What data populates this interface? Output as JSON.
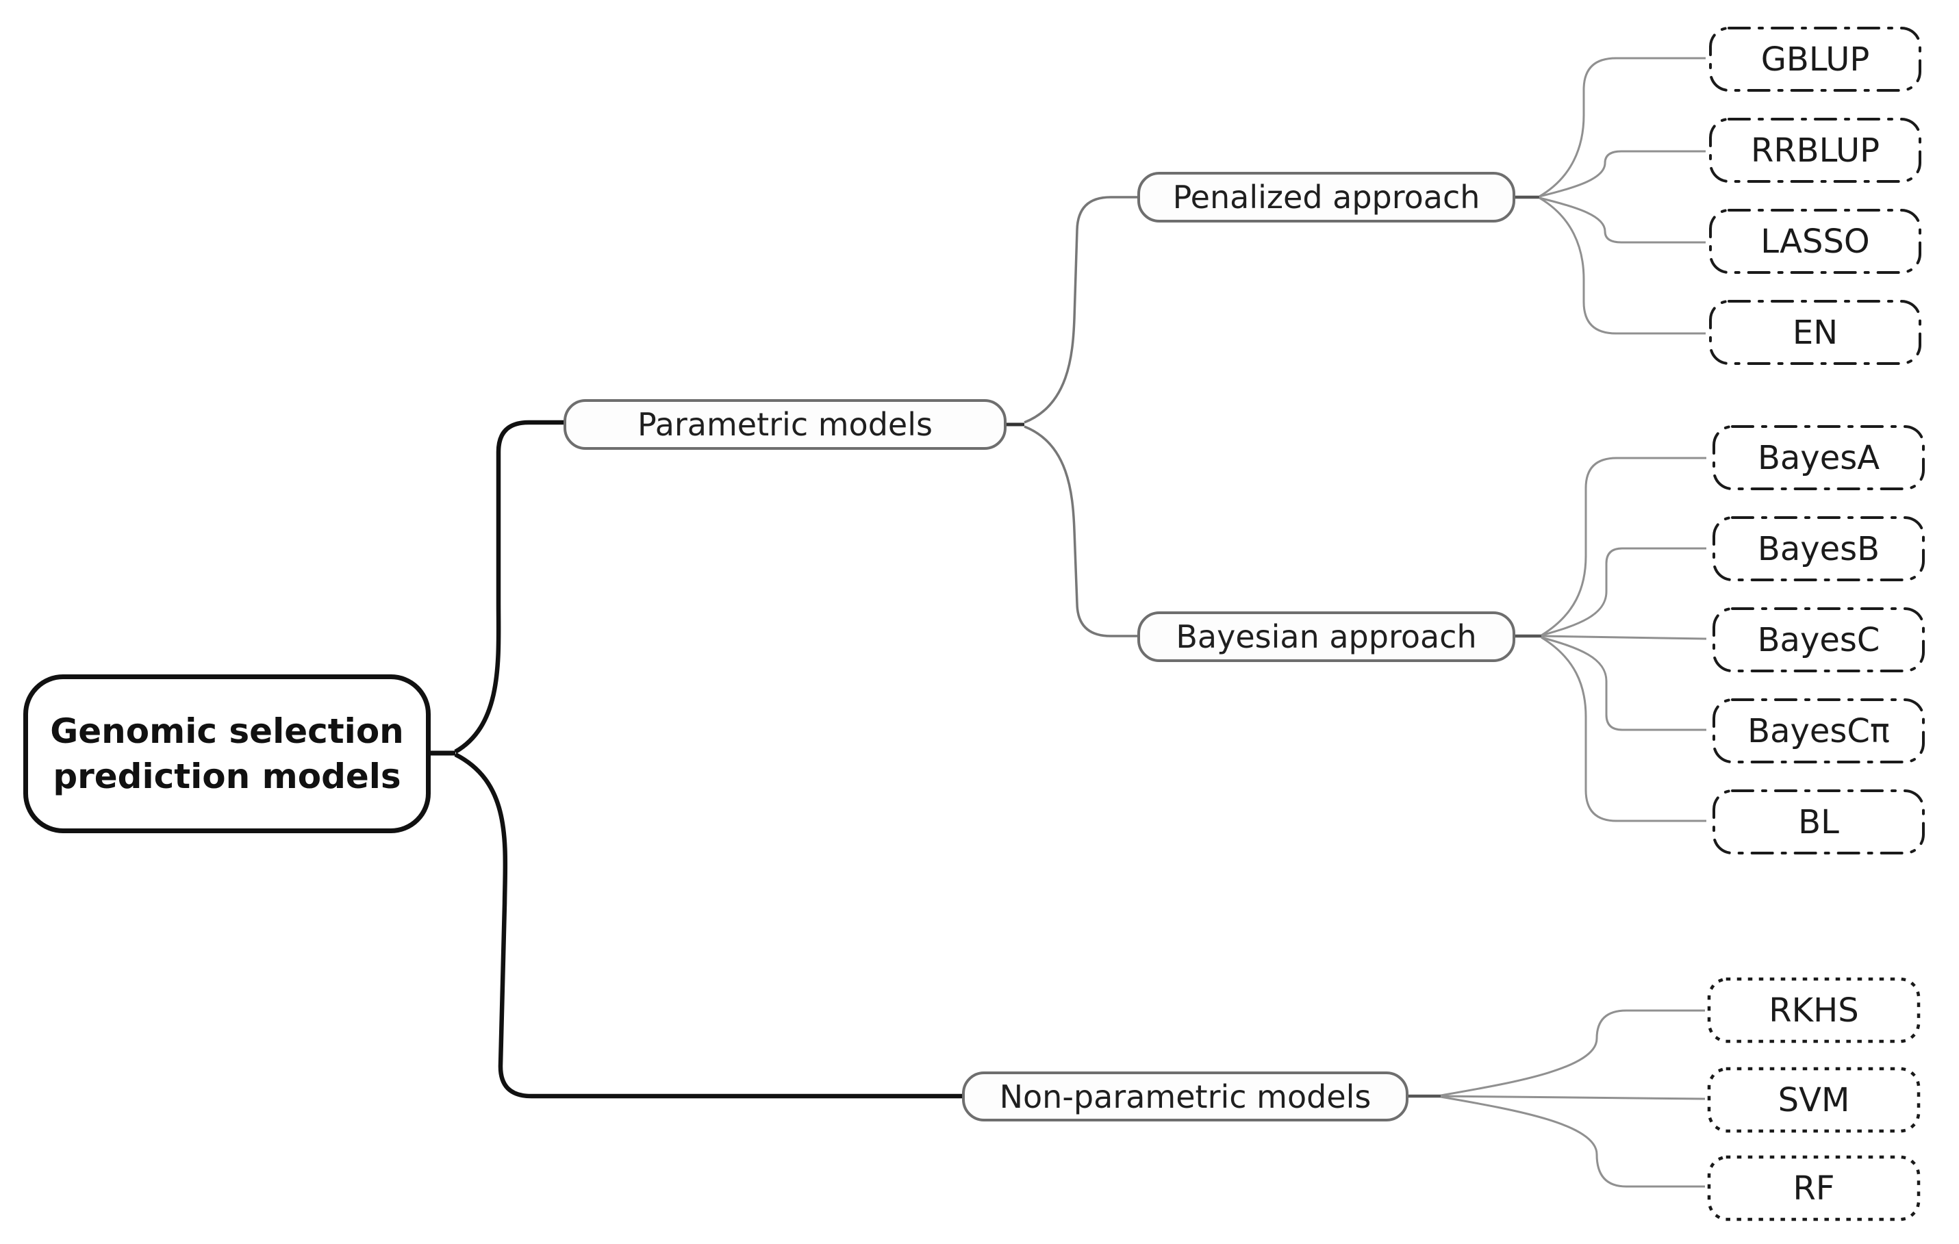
{
  "diagram": {
    "root": {
      "line1": "Genomic selection",
      "line2": "prediction models"
    },
    "level1": {
      "parametric": "Parametric models",
      "nonparametric": "Non-parametric models"
    },
    "level2": {
      "penalized": "Penalized approach",
      "bayesian": "Bayesian approach"
    },
    "leaves": {
      "penalized": [
        "GBLUP",
        "RRBLUP",
        "LASSO",
        "EN"
      ],
      "bayesian": [
        "BayesA",
        "BayesB",
        "BayesC",
        "BayesCπ",
        "BL"
      ],
      "nonparametric": [
        "RKHS",
        "SVM",
        "RF"
      ]
    },
    "colors": {
      "background": "#ffffff",
      "root_border": "#111111",
      "branch_border": "#6e6e6e",
      "leaf_border": "#1a1a1a",
      "connector_gray": "#909090",
      "connector_black": "#111111"
    }
  }
}
